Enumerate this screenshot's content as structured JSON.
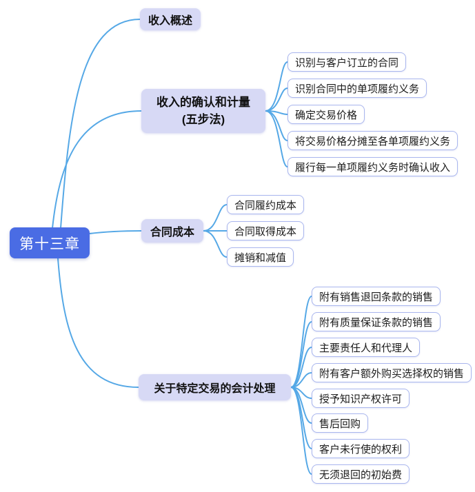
{
  "mindmap": {
    "root": {
      "label": "第十三章"
    },
    "branches": [
      {
        "label": "收入概述",
        "children": []
      },
      {
        "label": "收入的确认和计量\n(五步法)",
        "children": [
          "识别与客户订立的合同",
          "识别合同中的单项履约义务",
          "确定交易价格",
          "将交易价格分摊至各单项履约义务",
          "履行每一单项履约义务时确认收入"
        ]
      },
      {
        "label": "合同成本",
        "children": [
          "合同履约成本",
          "合同取得成本",
          "摊销和减值"
        ]
      },
      {
        "label": "关于特定交易的会计处理",
        "children": [
          "附有销售退回条款的销售",
          "附有质量保证条款的销售",
          "主要责任人和代理人",
          "附有客户额外购买选择权的销售",
          "授予知识产权许可",
          "售后回购",
          "客户未行使的权利",
          "无须退回的初始费"
        ]
      }
    ],
    "colors": {
      "root_fill": "#4a6ce4",
      "root_text": "#ffffff",
      "branch_fill": "#d7d9f5",
      "branch_text": "#111111",
      "leaf_fill": "#ffffff",
      "leaf_border": "#a9b6ee",
      "leaf_text": "#1c1c1c",
      "connector": "#55a8e6"
    }
  }
}
